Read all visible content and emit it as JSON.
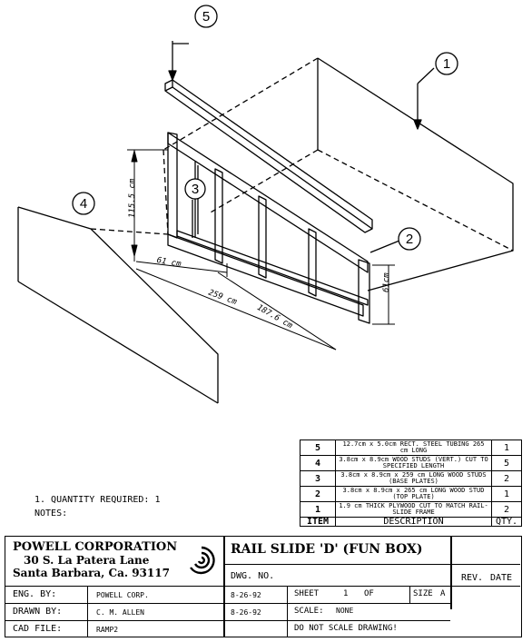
{
  "callouts": {
    "c1": "1",
    "c2": "2",
    "c3": "3",
    "c4": "4",
    "c5": "5"
  },
  "dimensions": {
    "height": "115.5 cm",
    "width": "61 cm",
    "length_total": "259 cm",
    "length_partial": "187.6 cm",
    "end_height": "61cm"
  },
  "bom": {
    "rows": [
      {
        "item": "5",
        "description": "12.7cm x 5.0cm RECT. STEEL TUBING 265 cm LONG",
        "qty": "1"
      },
      {
        "item": "4",
        "description": "3.8cm x 8.9cm WOOD STUDS (VERT.) CUT TO SPECIFIED LENGTH",
        "qty": "5"
      },
      {
        "item": "3",
        "description": "3.8cm x 8.9cm x 259 cm LONG WOOD STUDS (BASE PLATES)",
        "qty": "2"
      },
      {
        "item": "2",
        "description": "3.8cm x 8.9cm x 265 cm LONG WOOD STUD (TOP PLATE)",
        "qty": "1"
      },
      {
        "item": "1",
        "description": "1.9 cm THICK PLYWOOD CUT TO MATCH RAIL-SLIDE FRAME",
        "qty": "2"
      }
    ],
    "header": {
      "item": "ITEM",
      "description": "DESCRIPTION",
      "qty": "QTY."
    }
  },
  "notes": {
    "line1": "1. QUANTITY REQUIRED: 1",
    "line2": "NOTES:"
  },
  "title_block": {
    "company": "POWELL CORPORATION",
    "address1": "30 S. La Patera Lane",
    "address2": "Santa Barbara, Ca. 93117",
    "title": "RAIL SLIDE 'D' (FUN BOX)",
    "dwg_no_label": "DWG. NO.",
    "rev_label": "REV.",
    "date_label": "DATE",
    "eng_label": "ENG. BY:",
    "eng_value": "POWELL CORP.",
    "eng_date": "8-26-92",
    "drawn_label": "DRAWN BY:",
    "drawn_value": "C. M. ALLEN",
    "drawn_date": "8-26-92",
    "cad_label": "CAD FILE:",
    "cad_value": "RAMP2",
    "sheet_label": "SHEET",
    "sheet_value": "1",
    "of_label": "OF",
    "size_label": "SIZE",
    "size_value": "A",
    "scale_label": "SCALE:",
    "scale_value": "NONE",
    "warning": "DO NOT SCALE DRAWING!"
  }
}
